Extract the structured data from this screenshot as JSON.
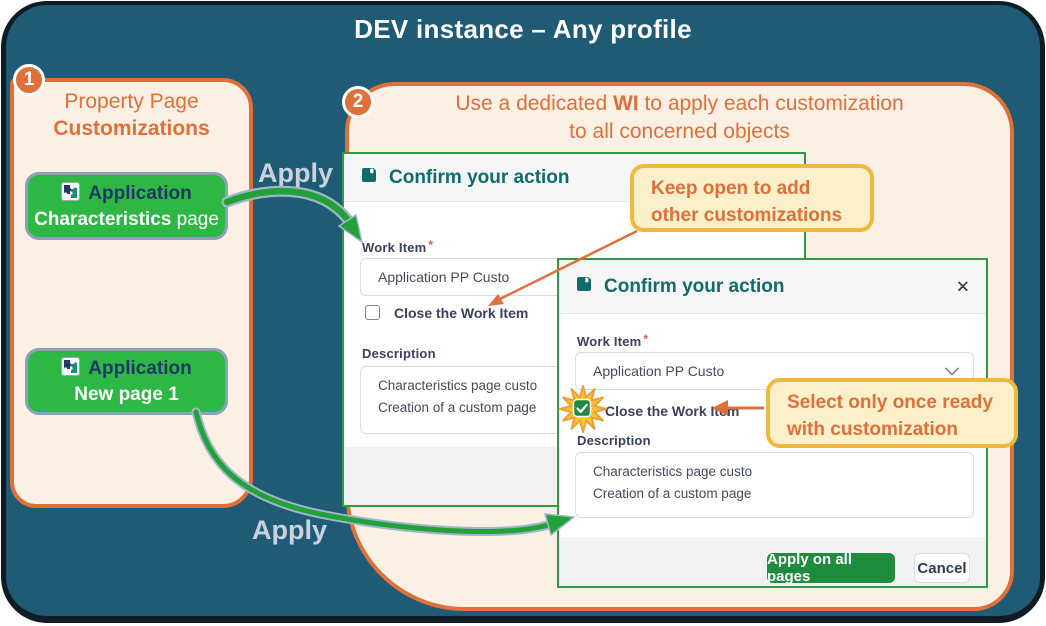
{
  "title": "DEV instance – Any profile",
  "panel1": {
    "badge": "1",
    "heading_line1": "Property Page",
    "heading_line2": "Customizations",
    "buttons": [
      {
        "title": "Application",
        "subtitle_bold": "Characteristics",
        "subtitle_rest": " page"
      },
      {
        "title": "Application",
        "subtitle_bold": "New page 1",
        "subtitle_rest": ""
      }
    ]
  },
  "panel2": {
    "badge": "2",
    "heading_pre": "Use a dedicated ",
    "heading_bold": "WI",
    "heading_post": " to apply each customization",
    "heading_line2": "to all concerned objects"
  },
  "apply_top": "Apply",
  "apply_bottom": "Apply",
  "dialog1": {
    "title": "Confirm your action",
    "work_item_label": "Work Item",
    "required_mark": "*",
    "work_item_value": "Application PP Custo",
    "checkbox_label": "Close the Work Item",
    "checkbox_checked": false,
    "description_label": "Description",
    "description_line1": "Characteristics page custo",
    "description_line2": "Creation of a custom page"
  },
  "dialog2": {
    "title": "Confirm your action",
    "close_glyph": "✕",
    "work_item_label": "Work Item",
    "required_mark": "*",
    "work_item_value": "Application PP Custo",
    "checkbox_label": "Close the Work Item",
    "checkbox_checked": true,
    "description_label": "Description",
    "description_line1": "Characteristics page custo",
    "description_line2": "Creation of a custom page",
    "apply_button": "Apply on all pages",
    "cancel_button": "Cancel"
  },
  "callout1": {
    "line1": "Keep open to add",
    "line2": "other customizations"
  },
  "callout2": {
    "line1": "Select only once ready",
    "line2": "with customization"
  },
  "colors": {
    "background_teal": "#1F5B75",
    "accent_orange": "#E0703A",
    "panel_cream": "#FCF0E4",
    "button_green": "#2DB845",
    "navy_text": "#1F3864",
    "dialog_border_green": "#2E9C41",
    "dialog_title_teal": "#0F6B6E",
    "cta_green": "#1E8C3C",
    "callout_bg": "#FBF0CA",
    "callout_border": "#EFB93E",
    "arrow_green": "#21A138",
    "apply_label_gray": "#C9D3DE"
  }
}
